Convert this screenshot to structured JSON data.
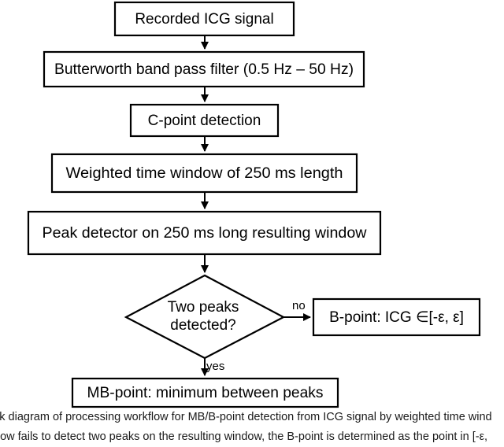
{
  "nodes": {
    "recorded": "Recorded ICG signal",
    "filter": "Butterworth band pass filter (0.5 Hz – 50 Hz)",
    "cpoint": "C-point detection",
    "window": "Weighted time window of 250 ms length",
    "peak": "Peak detector on 250 ms long resulting window",
    "decision_line1": "Two peaks",
    "decision_line2": "detected?",
    "bpoint": "B-point: ICG ∈[-ε, ε]",
    "mbpoint": "MB-point: minimum between peaks"
  },
  "edges": {
    "no_label": "no",
    "yes_label": "yes"
  },
  "caption": {
    "line1": "ck diagram of processing workflow for MB/B-point detection from ICG signal by weighted time wind",
    "line2": "dow fails to detect two peaks on the resulting window, the B-point is determined as the point in [-ε,"
  }
}
